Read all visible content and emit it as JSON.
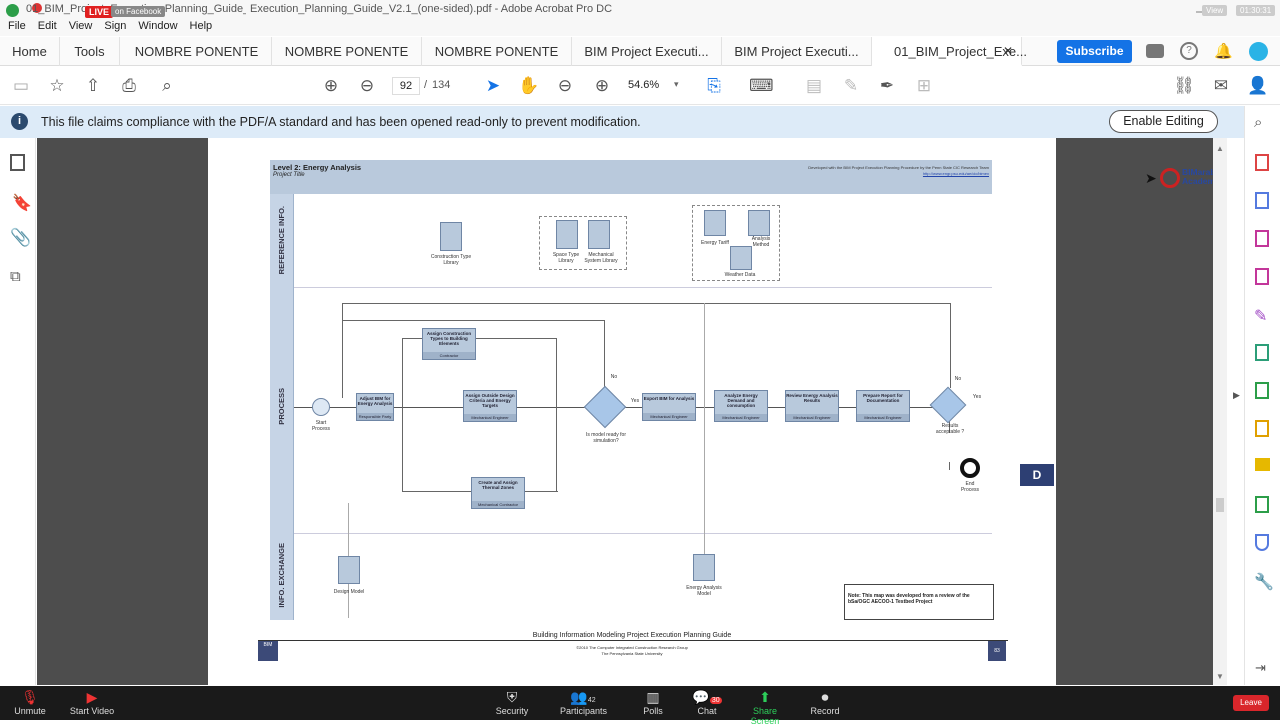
{
  "window": {
    "title": "01_BIM_Project_Execution_Planning_Guide_V2.1_(one-sided).pdf - Adobe Acrobat Pro DC",
    "live": "LIVE",
    "live_on": "on Facebook",
    "clock": "01:30:31",
    "view_label": "View"
  },
  "menu": [
    "File",
    "Edit",
    "View",
    "Sign",
    "Window",
    "Help"
  ],
  "tabs": [
    "Home",
    "Tools",
    "NOMBRE PONENTE",
    "NOMBRE PONENTE",
    "NOMBRE PONENTE",
    "BIM Project Executi...",
    "BIM Project Executi...",
    "01_BIM_Project_Exe..."
  ],
  "subscribe": "Subscribe",
  "toolbar": {
    "page_current": "92",
    "page_sep": "/",
    "page_total": "134",
    "zoom": "54.6%"
  },
  "infobar": {
    "message": "This file claims compliance with the PDF/A standard and has been opened read-only to prevent modification.",
    "button": "Enable Editing"
  },
  "doc": {
    "header_title": "Level 2: Energy Analysis",
    "header_sub": "Project Title",
    "header_right1": "Developed with the BIM Project Execution Planning Procedure by the Penn State CIC Research Team",
    "header_right2": "http://www.engr.psu.edu/ae/cic/bimex",
    "lanes": [
      "REFERENCE INFO.",
      "PROCESS",
      "INFO. EXCHANGE"
    ],
    "ref_docs": [
      "Construction Type Library",
      "Space Type Library",
      "Mechanical System Library",
      "Energy Tariff",
      "Analysis Method",
      "Weather Data"
    ],
    "start": "Start Process",
    "p1": "Adjust BIM for Energy Analysis",
    "p1r": "Responsible Party",
    "p2": "Assign Construction Types to Building Elements",
    "p2r": "Contractor",
    "p3": "Assign Outside Design Criteria and Energy Targets",
    "p3r": "Mechanical Engineer",
    "p4": "Create and Assign Thermal Zones",
    "p4r": "Mechanical Contractor",
    "gw1": "Is model ready for simulation?",
    "no": "No",
    "yes": "Yes",
    "p5": "Export BIM for Analysis",
    "p5r": "Mechanical Engineer",
    "p6": "Analyze Energy Demand and consumption",
    "p6r": "Mechanical Engineer",
    "p7": "Review Energy Analysis Results",
    "p7r": "Mechanical Engineer",
    "p8": "Prepare Report for Documentation",
    "p8r": "Mechanical Engineer",
    "gw2": "Results acceptable ?",
    "end": "End Process",
    "ex1": "Design Model",
    "ex2": "Energy Analysis Model",
    "note": "Note: This map was developed from a review of the bSa/OGC AECOO-1 Testbed Project",
    "footer_title": "Building Information Modeling Project Execution Planning Guide",
    "footer_copy1": "©2010 The Computer Integrated Construction Research Group",
    "footer_copy2": "The Pennsylvania State University",
    "page_no": "83",
    "logo": "BIM"
  },
  "overlay": {
    "logo_text": "BIMarabia Academy",
    "marker": "D"
  },
  "zoom": {
    "unmute": "Unmute",
    "start_video": "Start Video",
    "security": "Security",
    "participants": "Participants",
    "participants_count": "42",
    "polls": "Polls",
    "chat": "Chat",
    "chat_badge": "30",
    "share": "Share Screen",
    "record": "Record",
    "leave": "Leave"
  }
}
